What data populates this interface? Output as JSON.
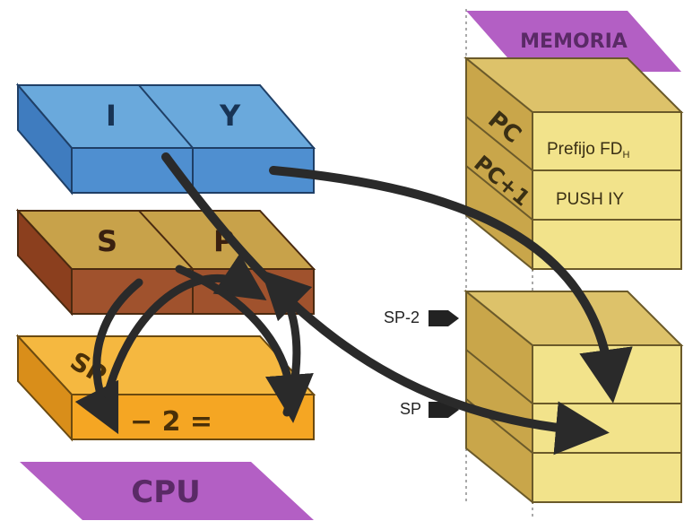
{
  "registers": {
    "iy": {
      "left": "I",
      "right": "Y"
    },
    "sp": {
      "left": "S",
      "right": "P"
    },
    "adder": {
      "left": "SP",
      "op": "− 2 ="
    }
  },
  "cpu_label": "CPU",
  "memory": {
    "title": "MEMORIA",
    "pc": "PC",
    "pc_plus_1": "PC+1",
    "prefix": "Prefijo FD",
    "prefix_sub": "H",
    "instruction": "PUSH IY"
  },
  "stack": {
    "sp_minus_2": "SP-2",
    "sp": "SP"
  },
  "colors": {
    "iy_blue": "#5b9bd5",
    "sp_brown": "#a0522d",
    "adder_orange": "#f5a623",
    "cpu_purple": "#b35fc4",
    "memory_yellow": "#f2e38b",
    "memory_tan": "#c9a64a",
    "arrow": "#2a2a2a"
  }
}
